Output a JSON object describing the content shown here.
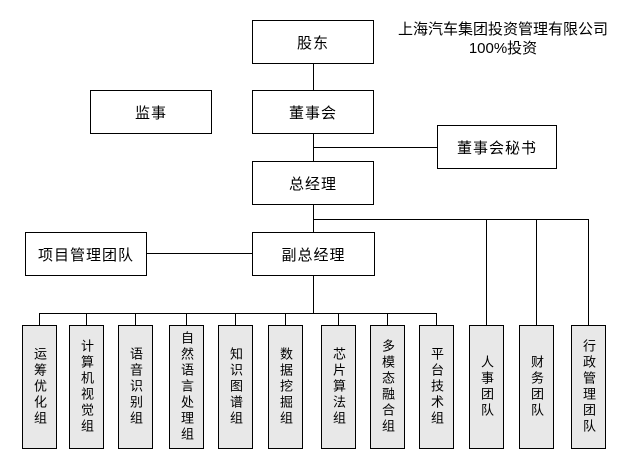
{
  "note": {
    "line1": "上海汽车集团投资管理有限公司",
    "line2": "100%投资"
  },
  "nodes": {
    "shareholder": {
      "label": "股东"
    },
    "supervisor": {
      "label": "监事"
    },
    "board": {
      "label": "董事会"
    },
    "board_secretary": {
      "label": "董事会秘书"
    },
    "general_manager": {
      "label": "总经理"
    },
    "project_management_team": {
      "label": "项目管理团队"
    },
    "deputy_general_manager": {
      "label": "副总经理"
    }
  },
  "departments": [
    {
      "label": "运筹优化组"
    },
    {
      "label": "计算机视觉组"
    },
    {
      "label": "语音识别组"
    },
    {
      "label": "自然语言处理组"
    },
    {
      "label": "知识图谱组"
    },
    {
      "label": "数据挖掘组"
    },
    {
      "label": "芯片算法组"
    },
    {
      "label": "多模态融合组"
    },
    {
      "label": "平台技术组"
    },
    {
      "label": "人事团队"
    },
    {
      "label": "财务团队"
    },
    {
      "label": "行政管理团队"
    }
  ],
  "colors": {
    "background": "#ffffff",
    "border": "#000000",
    "department_fill": "#e8e8e8",
    "text": "#000000"
  }
}
